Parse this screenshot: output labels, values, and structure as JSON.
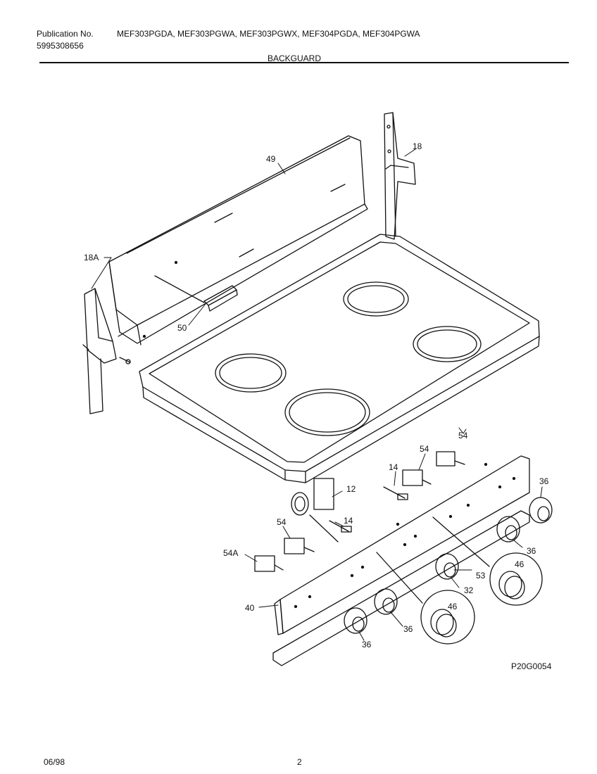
{
  "header": {
    "publication_label": "Publication No.",
    "publication_number": "5995308656",
    "models": "MEF303PGDA, MEF303PGWA, MEF303PGWX, MEF304PGDA, MEF304PGWA",
    "section_title": "BACKGUARD"
  },
  "diagram": {
    "callouts": {
      "c49": "49",
      "c18": "18",
      "c18a": "18A",
      "c50": "50",
      "c54_top": "54",
      "c54_a": "54",
      "c14_a": "14",
      "c12": "12",
      "c14_b": "14",
      "c54_b": "54",
      "c54a": "54A",
      "c40": "40",
      "c36_a": "36",
      "c36_b": "36",
      "c46_a": "46",
      "c53": "53",
      "c32": "32",
      "c46_b": "46",
      "c36_c": "36",
      "c36_d": "36"
    },
    "figure_code": "P20G0054"
  },
  "footer": {
    "date": "06/98",
    "page": "2"
  }
}
